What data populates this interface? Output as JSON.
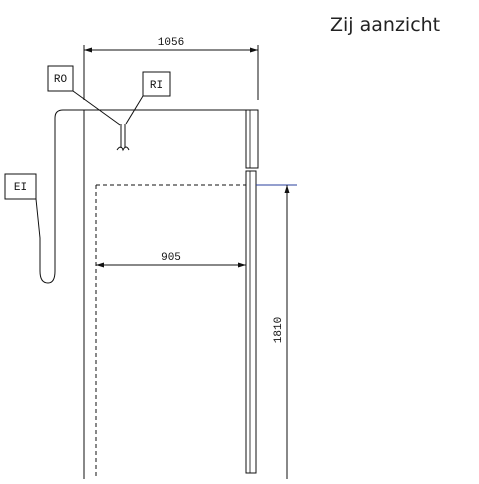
{
  "view_title": "Zij aanzicht",
  "dimensions": {
    "overall_depth": "1056",
    "inner_depth": "905",
    "door_height": "1810"
  },
  "tags": {
    "ro": "RO",
    "ri": "RI",
    "ei": "EI"
  },
  "colors": {
    "line": "#111111",
    "accent_blue": "#2a3f9d"
  }
}
